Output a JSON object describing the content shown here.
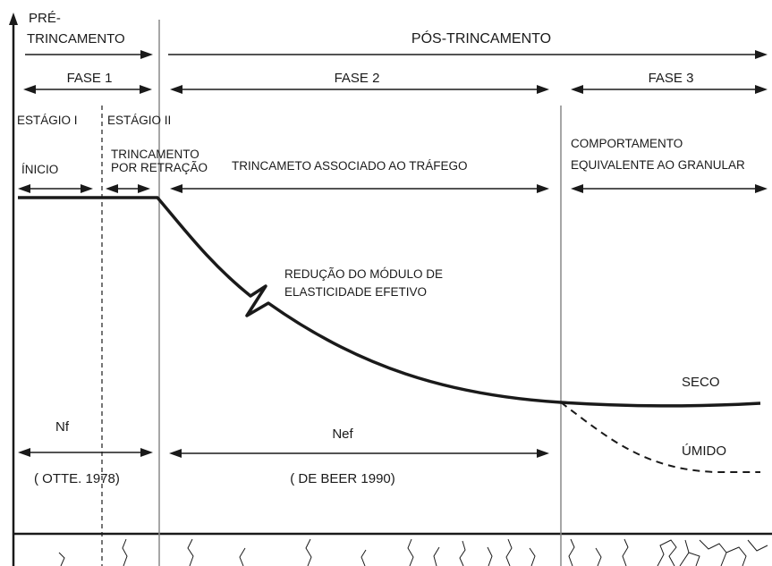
{
  "labels": {
    "pre_trincamento_1": "PRÉ-",
    "pre_trincamento_2": "TRINCAMENTO",
    "pos_trincamento": "PÓS-TRINCAMENTO",
    "fase1": "FASE 1",
    "fase2": "FASE 2",
    "fase3": "FASE 3",
    "estagio1": "ESTÁGIO I",
    "estagio2": "ESTÁGIO II",
    "inicio": "ÍNICIO",
    "trinc_retracao_1": "TRINCAMENTO",
    "trinc_retracao_2": "POR RETRAÇÃO",
    "trinc_trafego": "TRINCAMETO ASSOCIADO AO TRÁFEGO",
    "comportamento_1": "COMPORTAMENTO",
    "comportamento_2": "EQUIVALENTE AO GRANULAR",
    "reducao_1": "REDUÇÃO DO MÓDULO DE",
    "reducao_2": "ELASTICIDADE EFETIVO",
    "seco": "SECO",
    "umido": "ÚMIDO",
    "nf": "Nf",
    "nef": "Nef",
    "otte": "( OTTE. 1978)",
    "de_beer": "( DE BEER 1990)"
  },
  "colors": {
    "ink": "#1a1a1a",
    "guide_line": "#888888",
    "background": "#ffffff"
  }
}
